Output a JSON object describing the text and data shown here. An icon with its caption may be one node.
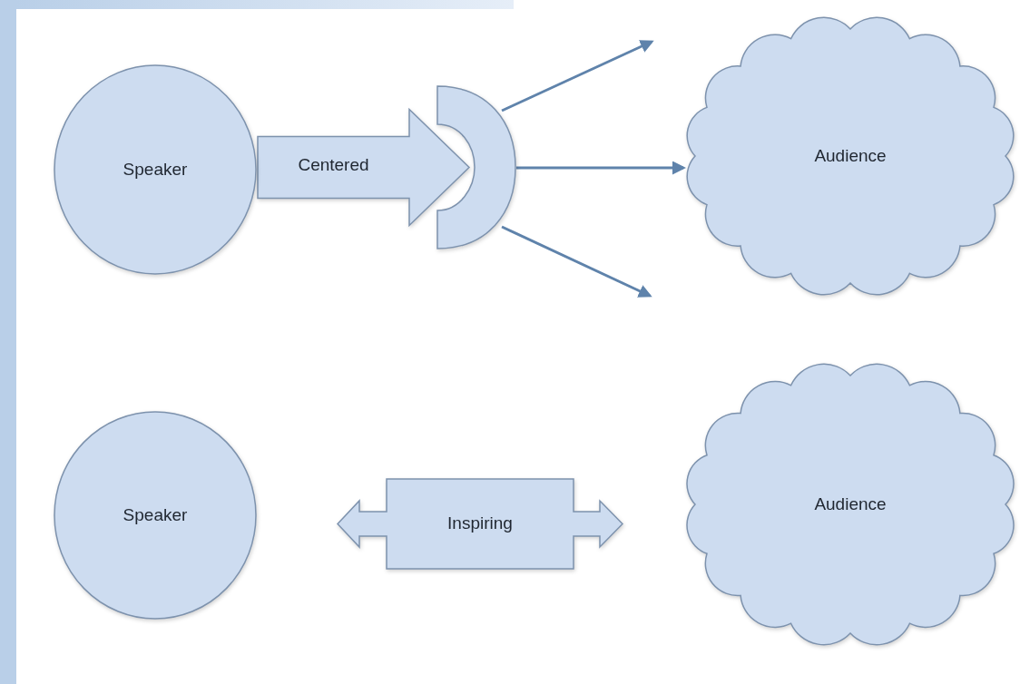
{
  "diagram": {
    "nodes": [
      {
        "text": [
          "Speaker"
        ]
      },
      {
        "text": [],
        "shape": "dish"
      },
      {
        "text": [
          "Audience"
        ]
      },
      {
        "text": [
          "Speaker"
        ]
      },
      {
        "text": [
          "Inspiring"
        ]
      },
      {
        "text": [
          "Audience"
        ]
      }
    ],
    "edges": [
      {
        "from": 0,
        "to": 1,
        "arrow": "to",
        "label": "Centered",
        "style": "thick"
      },
      {
        "from": 1,
        "to": null,
        "arrow": "to"
      },
      {
        "from": 1,
        "to": 2,
        "arrow": "to"
      },
      {
        "from": 1,
        "to": null,
        "arrow": "to"
      }
    ]
  }
}
